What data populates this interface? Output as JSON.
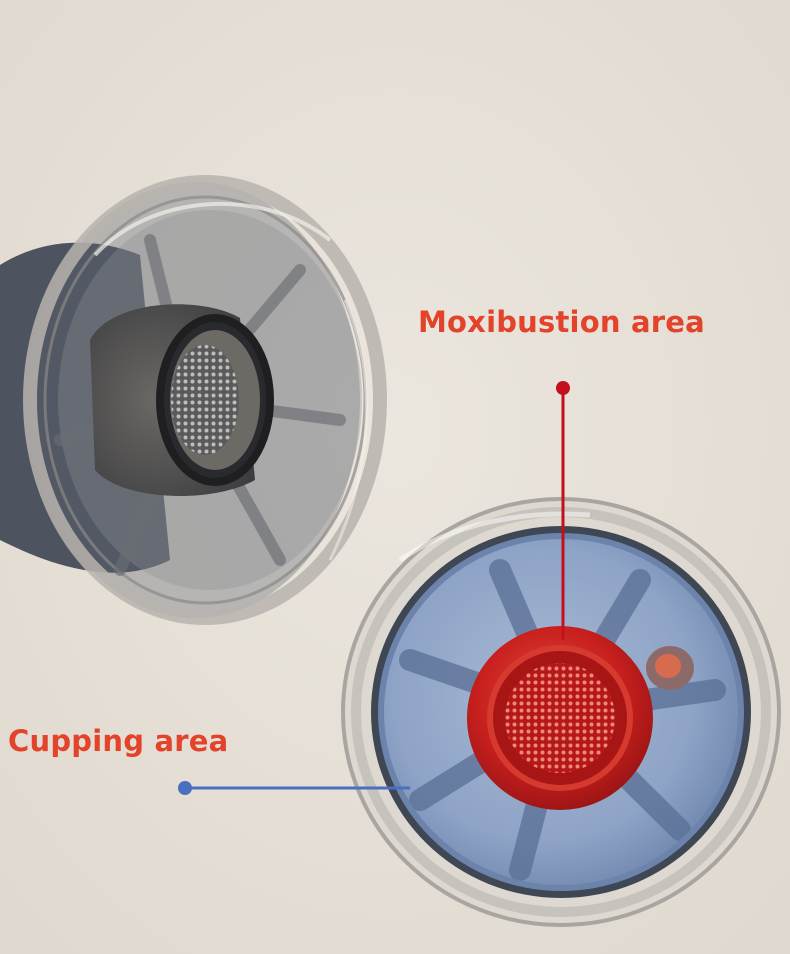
{
  "labels": {
    "moxibustion": "Moxibustion area",
    "cupping": "Cupping area"
  },
  "colors": {
    "background": "#e6e0d8",
    "moxibustion_accent": "#e2432a",
    "moxibustion_marker": "#c4101c",
    "cupping_accent": "#4a6fc0",
    "cup_blue": "#8fa6c8",
    "moxa_red": "#c8201e"
  },
  "icons": {
    "moxibustion_marker": "dot-with-line",
    "cupping_marker": "dot-with-line"
  }
}
